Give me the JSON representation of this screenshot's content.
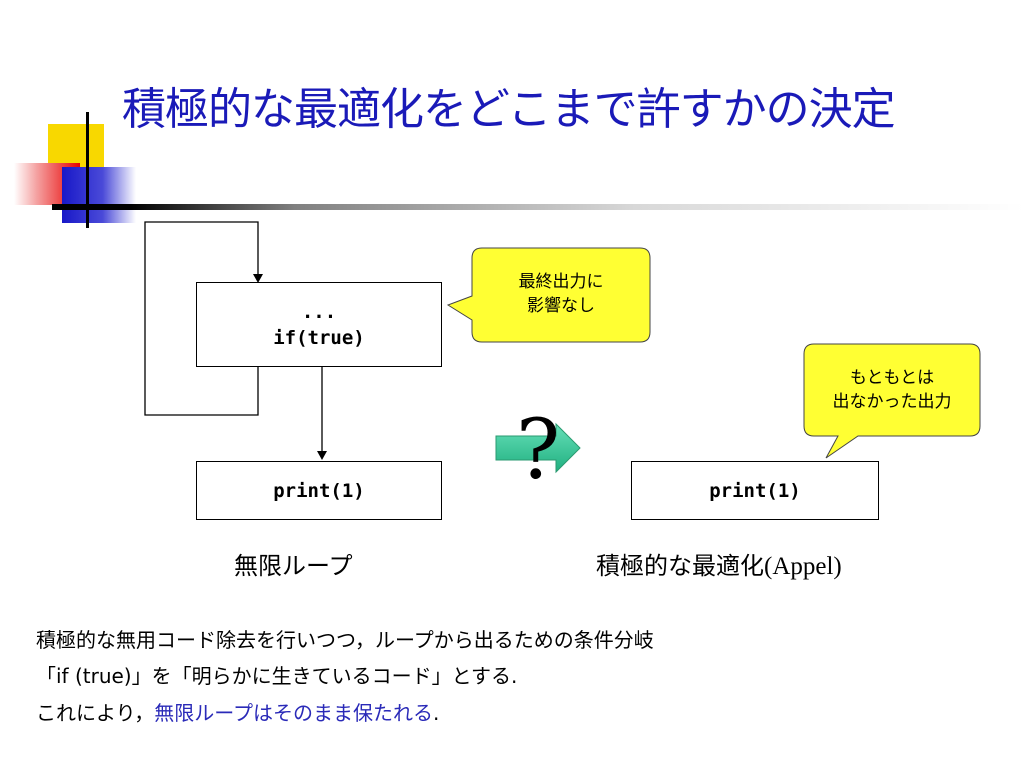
{
  "title": "積極的な最適化をどこまで許すかの決定",
  "diagram": {
    "left_box": {
      "line1": "...",
      "line2": "if(true)"
    },
    "left_print": "print(1)",
    "right_print": "print(1)",
    "bubble_left": {
      "line1": "最終出力に",
      "line2": "影響なし"
    },
    "bubble_right": {
      "line1": "もともとは",
      "line2": "出なかった出力"
    },
    "question_mark": "?",
    "caption_left": "無限ループ",
    "caption_right_jp": "積極的な最適化",
    "caption_right_en": "(Appel)"
  },
  "body": {
    "line1": "積極的な無用コード除去を行いつつ，ループから出るための条件分岐",
    "line2": "「if (true)」を「明らかに生きているコード」とする.",
    "line3_prefix": "これにより，",
    "line3_accent": "無限ループはそのまま保たれる",
    "line3_suffix": "."
  },
  "colors": {
    "title": "#1a1ab8",
    "bubble_fill": "#ffff33",
    "arrow_fill": "#33cc99",
    "accent_text": "#2a2ab8"
  }
}
